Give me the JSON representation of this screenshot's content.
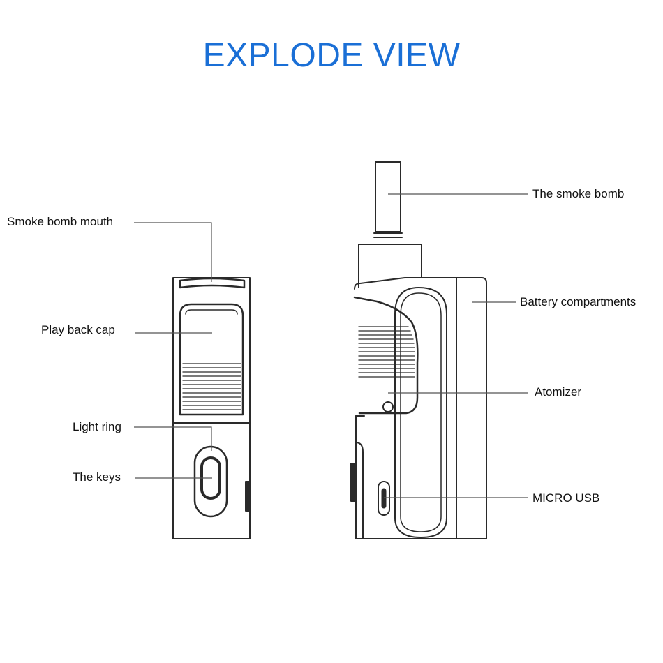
{
  "title": "EXPLODE VIEW",
  "colors": {
    "title": "#1a6fd6",
    "outline": "#2a2a2a",
    "leader": "#555555"
  },
  "labels": {
    "smoke_bomb_mouth": "Smoke bomb mouth",
    "play_back_cap": "Play back cap",
    "light_ring": "Light ring",
    "the_keys": "The keys",
    "the_smoke_bomb": "The smoke bomb",
    "battery_compartments": "Battery compartments",
    "atomizer": "Atomizer",
    "micro_usb": "MICRO USB"
  }
}
